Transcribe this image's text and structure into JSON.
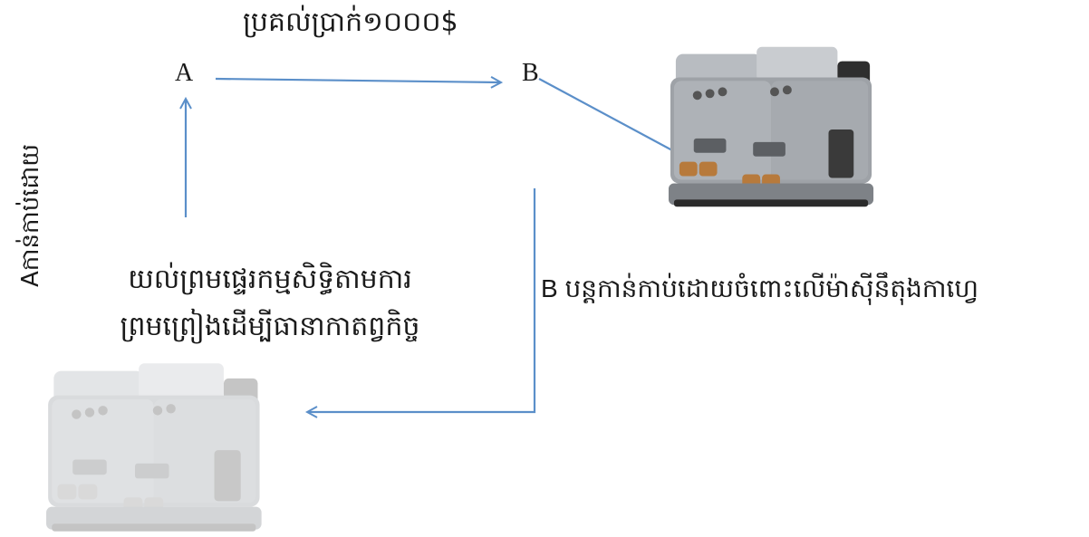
{
  "labels": {
    "amount": "ប្រគល់ប្រាក់១០០០$",
    "node_a": "A",
    "node_b": "B",
    "vertical_note": "Aកាន់កាប់ដោយ",
    "agreement_line1": "យល់ព្រមផ្ទេរកម្មសិទ្ធិតាមការ",
    "agreement_line2": "ព្រមព្រៀងដើម្បីធានាកាតព្វកិច្ច",
    "b_note": "B បន្តកាន់កាប់ដោយចំពោះលើម៉ាស៊ីនឹតុងកាហ្វេ"
  },
  "colors": {
    "arrow": "#5b8fc9",
    "text": "#1a1a1a",
    "machine_body": "#9a9ea3",
    "machine_dark": "#2b2b2b"
  },
  "icons": {
    "main_machine": "espresso-machine-icon",
    "faded_machine": "espresso-machine-icon"
  }
}
